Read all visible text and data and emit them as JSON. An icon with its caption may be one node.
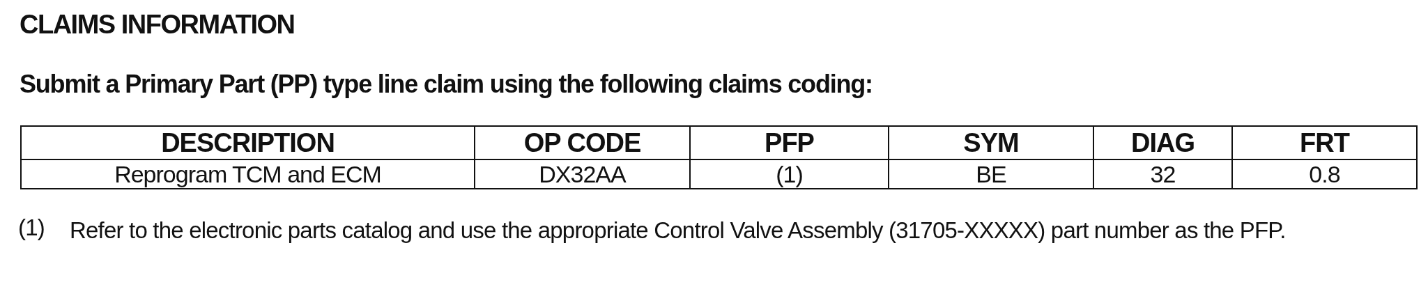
{
  "diagram": {
    "title": "CLAIMS INFORMATION",
    "labels": [
      "Submit a Primary Part (PP) type line claim using the following claims coding:",
      "DESCRIPTION",
      "OP CODE",
      "PFP",
      "SYM",
      "DIAG",
      "FRT",
      "Reprogram TCM and ECM",
      "DX32AA",
      "(1)",
      "BE",
      "32",
      "0.8",
      "(1)",
      "Refer to the electronic parts catalog and use the appropriate Control Valve Assembly (31705-XXXXX) part number as the PFP."
    ]
  }
}
